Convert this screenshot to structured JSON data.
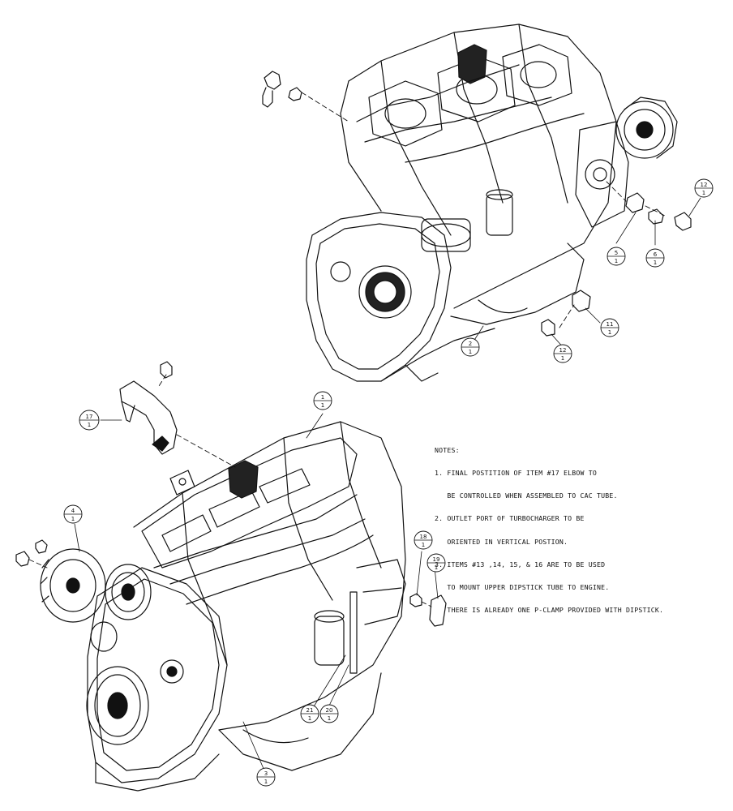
{
  "notes": {
    "heading": "NOTES:",
    "lines": [
      "1. FINAL POSTITION OF ITEM #17 ELBOW TO",
      "   BE CONTROLLED WHEN ASSEMBLED TO CAC TUBE.",
      "2. OUTLET PORT OF TURBOCHARGER TO BE",
      "   ORIENTED IN VERTICAL POSTION.",
      "3. ITEMS #13 ,14, 15, & 16 ARE TO BE USED",
      "   TO MOUNT UPPER DIPSTICK TUBE TO ENGINE.",
      "   THERE IS ALREADY ONE P-CLAMP PROVIDED WITH DIPSTICK."
    ]
  },
  "callouts": [
    {
      "id": "c12a",
      "number": "12",
      "qty": "1"
    },
    {
      "id": "c5",
      "number": "5",
      "qty": "1"
    },
    {
      "id": "c6",
      "number": "6",
      "qty": "1"
    },
    {
      "id": "c11",
      "number": "11",
      "qty": "1"
    },
    {
      "id": "c12b",
      "number": "12",
      "qty": "1"
    },
    {
      "id": "c2",
      "number": "2",
      "qty": "1"
    },
    {
      "id": "c17",
      "number": "17",
      "qty": "1"
    },
    {
      "id": "c1",
      "number": "1",
      "qty": "1"
    },
    {
      "id": "c4",
      "number": "4",
      "qty": "1"
    },
    {
      "id": "c18",
      "number": "18",
      "qty": "1"
    },
    {
      "id": "c19",
      "number": "19",
      "qty": "1"
    },
    {
      "id": "c21",
      "number": "21",
      "qty": "1"
    },
    {
      "id": "c20",
      "number": "20",
      "qty": "1"
    },
    {
      "id": "c3",
      "number": "3",
      "qty": "1"
    }
  ]
}
